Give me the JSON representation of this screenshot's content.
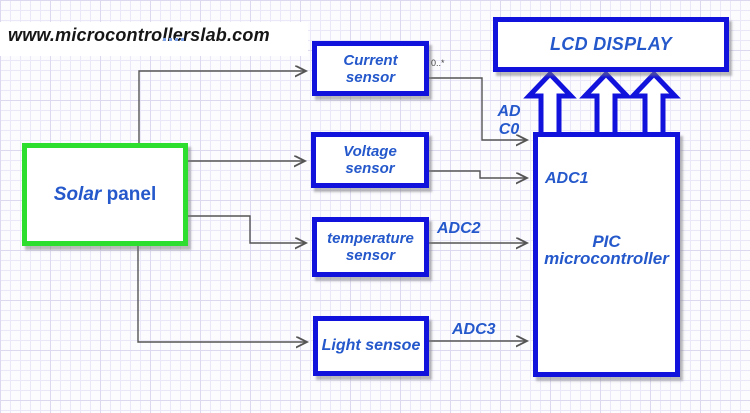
{
  "colors": {
    "box_border_blue": "#1212dd",
    "solar_border_green": "#2ede2e",
    "label_text_blue": "#2458cb",
    "connector_gray": "#555555",
    "watermark_black": "#161616",
    "background": "#fcfcff"
  },
  "watermark": {
    "text": "www.microcontrollerslab.com"
  },
  "nodes": {
    "solar_panel": {
      "word_italic": "Solar",
      "word_regular": "panel"
    },
    "current_sensor": {
      "line1": "Current",
      "line2": "sensor"
    },
    "voltage_sensor": {
      "line1": "Voltage",
      "line2": "sensor"
    },
    "temperature_sensor": {
      "line1": "temperature",
      "line2": "sensor"
    },
    "light_sensor": {
      "label": "Light sensoe"
    },
    "lcd_display": {
      "label": "LCD DISPLAY"
    },
    "pic_microcontroller": {
      "line1": "PIC",
      "line2": "microcontroller"
    }
  },
  "edge_labels": {
    "current_multiplicity": "0..*",
    "current_pin_line1": "AD",
    "current_pin_line2": "C0",
    "voltage_pin": "ADC1",
    "temperature_pin": "ADC2",
    "light_pin": "ADC3"
  }
}
